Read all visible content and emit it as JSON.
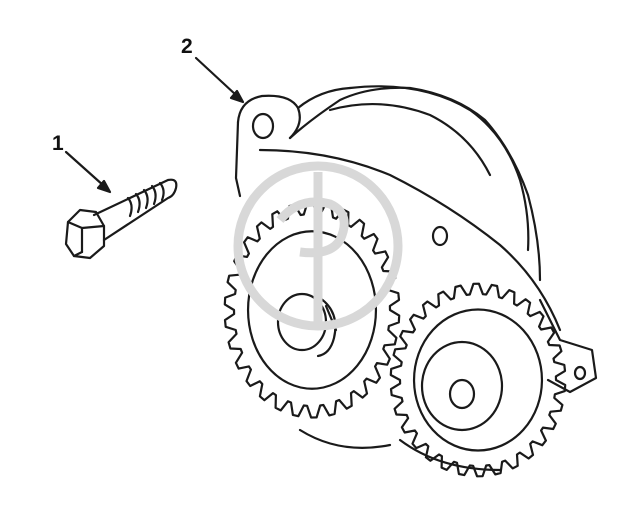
{
  "callouts": [
    {
      "number": "1",
      "part": "bolt"
    },
    {
      "number": "2",
      "part": "oil-pump"
    }
  ],
  "colors": {
    "line": "#1a1a1a",
    "watermark": "#d8d8d8",
    "background": "#ffffff"
  }
}
